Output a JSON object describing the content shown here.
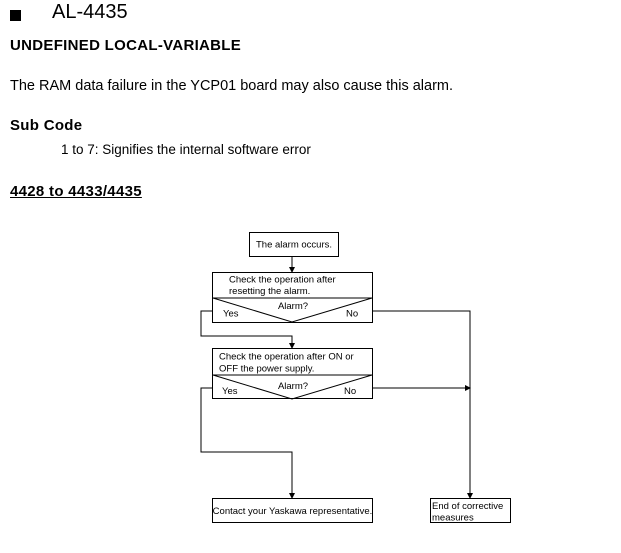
{
  "header": {
    "alarm_code": "AL-4435",
    "alarm_name": "UNDEFINED LOCAL-VARIABLE"
  },
  "description": "The RAM data failure in the YCP01 board may also cause this alarm.",
  "sub_code": {
    "heading": "Sub Code",
    "text": "1 to 7:  Signifies the internal software error"
  },
  "range_heading": "4428 to 4433/4435",
  "flowchart": {
    "start": "The alarm occurs.",
    "step1_line1": "Check the operation after",
    "step1_line2": "resetting the alarm.",
    "decision1": "Alarm?",
    "decision1_yes": "Yes",
    "decision1_no": "No",
    "step2_line1": "Check the operation after ON or",
    "step2_line2": "OFF the power supply.",
    "decision2": "Alarm?",
    "decision2_yes": "Yes",
    "decision2_no": "No",
    "contact": "Contact your Yaskawa representative.",
    "end_line1": "End of corrective",
    "end_line2": "measures"
  }
}
